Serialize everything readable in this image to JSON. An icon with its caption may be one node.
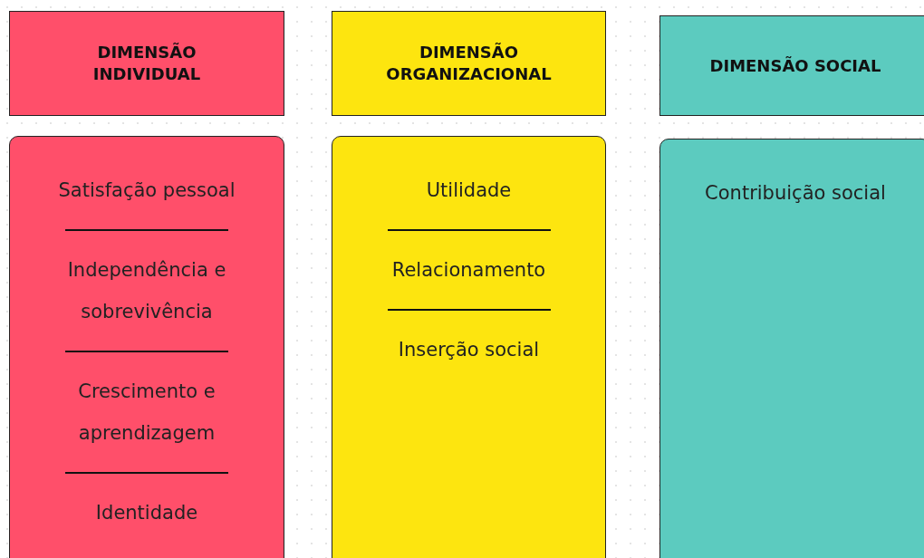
{
  "diagram": {
    "nodes": [
      {
        "text": [
          "DIMENSÃO INDIVIDUAL"
        ]
      },
      {
        "text": [
          "DIMENSÃO ORGANIZACIONAL"
        ]
      },
      {
        "text": [
          "DIMENSÃO SOCIAL"
        ]
      },
      {
        "text": [
          "Satisfação pessoal",
          "Independência e sobrevivência",
          "Crescimento e aprendizagem",
          "Identidade"
        ]
      },
      {
        "text": [
          "Utilidade",
          "Relacionamento",
          "Inserção social"
        ]
      },
      {
        "text": [
          "Contribuição social"
        ]
      }
    ]
  }
}
